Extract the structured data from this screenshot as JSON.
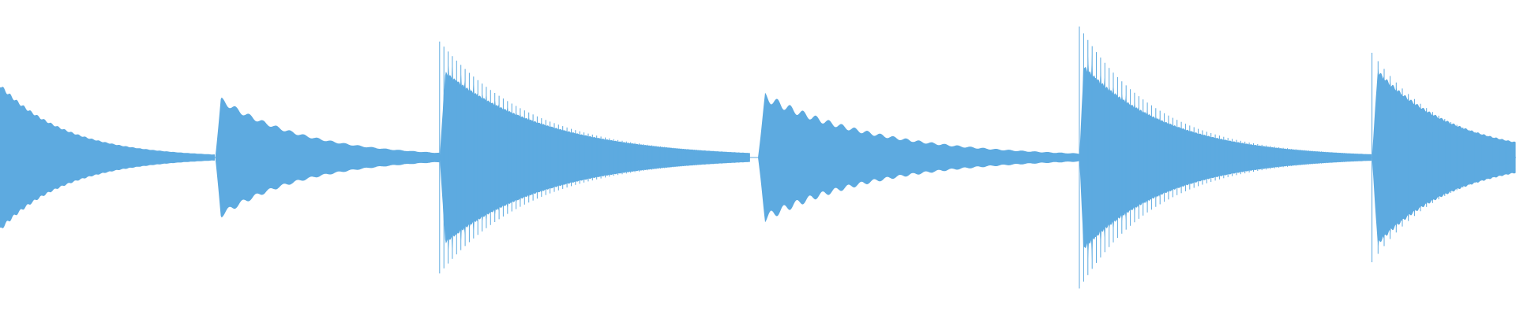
{
  "waveform": {
    "color": "#5daae0",
    "background": "#ffffff",
    "baseline_fraction": 0.5,
    "envelopes": [
      {
        "start": 0.0,
        "end": 0.142,
        "peak": 0.47,
        "attack": 0.0,
        "decay_rate": 3.2,
        "ripple": 0.05,
        "ripple_period": 0.0045,
        "spike": 0.0
      },
      {
        "start": 0.142,
        "end": 0.29,
        "peak": 0.41,
        "attack": 0.004,
        "decay_rate": 2.6,
        "ripple": 0.1,
        "ripple_period": 0.009,
        "spike": 0.0
      },
      {
        "start": 0.29,
        "end": 0.495,
        "peak": 0.58,
        "attack": 0.004,
        "decay_rate": 3.0,
        "ripple": 0.04,
        "ripple_period": 0.0028,
        "spike": 0.3
      },
      {
        "start": 0.5,
        "end": 0.712,
        "peak": 0.44,
        "attack": 0.005,
        "decay_rate": 2.8,
        "ripple": 0.14,
        "ripple_period": 0.0085,
        "spike": 0.0
      },
      {
        "start": 0.712,
        "end": 0.905,
        "peak": 0.62,
        "attack": 0.003,
        "decay_rate": 3.4,
        "ripple": 0.05,
        "ripple_period": 0.0028,
        "spike": 0.38
      },
      {
        "start": 0.905,
        "end": 1.0,
        "peak": 0.6,
        "attack": 0.004,
        "decay_rate": 1.8,
        "ripple": 0.06,
        "ripple_period": 0.004,
        "spike": 0.12
      }
    ]
  }
}
